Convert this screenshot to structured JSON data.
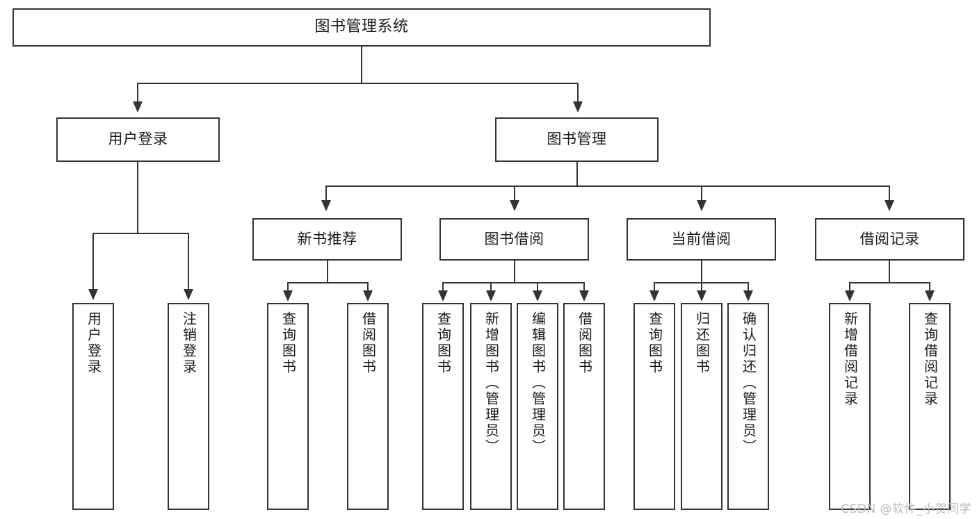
{
  "diagram": {
    "title": "图书管理系统",
    "type": "hierarchy-tree",
    "levels": 4,
    "root": {
      "label": "图书管理系统"
    },
    "level2": [
      {
        "label": "用户登录"
      },
      {
        "label": "图书管理"
      }
    ],
    "level3": [
      {
        "label": "新书推荐"
      },
      {
        "label": "图书借阅"
      },
      {
        "label": "当前借阅"
      },
      {
        "label": "借阅记录"
      }
    ],
    "leaves": {
      "user_login": [
        {
          "label": "用户登录"
        },
        {
          "label": "注销登录"
        }
      ],
      "new_book_recommend": [
        {
          "label": "查询图书"
        },
        {
          "label": "借阅图书"
        }
      ],
      "book_borrow": [
        {
          "label": "查询图书"
        },
        {
          "label": "新增图书（管理员）"
        },
        {
          "label": "编辑图书（管理员）"
        },
        {
          "label": "借阅图书"
        }
      ],
      "current_borrow": [
        {
          "label": "查询图书"
        },
        {
          "label": "归还图书"
        },
        {
          "label": "确认归还（管理员）"
        }
      ],
      "borrow_record": [
        {
          "label": "新增借阅记录"
        },
        {
          "label": "查询借阅记录"
        }
      ]
    }
  },
  "watermark": {
    "text": "CSDN @软件_小贺同学"
  },
  "colors": {
    "stroke": "#333333",
    "background": "#ffffff",
    "text": "#1a1a1a",
    "watermark": "#b9b9b9"
  }
}
